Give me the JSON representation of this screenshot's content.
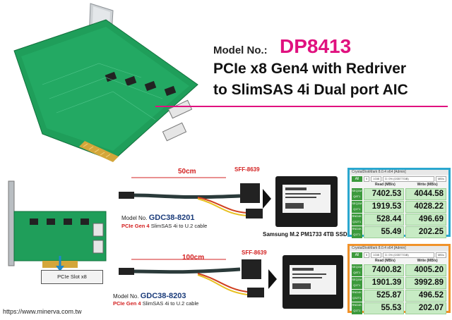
{
  "header": {
    "model_label": "Model No.:",
    "model_no": "DP8413",
    "line1": "PCIe x8 Gen4 with Redriver",
    "line2": "to SlimSAS 4i Dual port AIC"
  },
  "colors": {
    "accent": "#e0117f",
    "board": "#1f9e5a",
    "cyan_panel": "#2aa7cf",
    "orange_panel": "#f0922a",
    "cable_red": "#d32020"
  },
  "slot_label": "PCIe Slot x8",
  "cables": [
    {
      "length": "50cm",
      "connector": "SFF-8639",
      "model_prefix": "Model No.",
      "model": "GDC38-8201",
      "gen": "PCIe Gen 4",
      "desc": " SlimSAS 4i to U.2 cable"
    },
    {
      "length": "100cm",
      "connector": "SFF-8639",
      "model_prefix": "Model No.",
      "model": "GDC38-8203",
      "gen": "PCIe Gen 4",
      "desc": " SlimSAS 4i to U.2 cable"
    }
  ],
  "ssd_label": "Samsung M.2 PM1733 4TB SSD",
  "benchmarks": [
    {
      "title": "CrystalDiskMark 8.0.4 x64 [Admin]",
      "all": "All",
      "count": "5",
      "size": "1GiB",
      "drive": "D: 0% (0/3577GiB)",
      "unit": "MB/s",
      "read_header": "Read (MB/s)",
      "write_header": "Write (MB/s)",
      "rows": [
        {
          "label": "SEQ1M Q8T1",
          "read": "7402.53",
          "write": "4044.58"
        },
        {
          "label": "SEQ1M Q1T1",
          "read": "1919.53",
          "write": "4028.22"
        },
        {
          "label": "RND4K Q32T1",
          "read": "528.44",
          "write": "496.69"
        },
        {
          "label": "RND4K Q1T1",
          "read": "55.49",
          "write": "202.25"
        }
      ]
    },
    {
      "title": "CrystalDiskMark 8.0.4 x64 [Admin]",
      "all": "All",
      "count": "5",
      "size": "1GiB",
      "drive": "D: 0% (0/3577GiB)",
      "unit": "MB/s",
      "read_header": "Read (MB/s)",
      "write_header": "Write (MB/s)",
      "rows": [
        {
          "label": "SEQ1M Q8T1",
          "read": "7400.82",
          "write": "4005.20"
        },
        {
          "label": "SEQ1M Q1T1",
          "read": "1901.39",
          "write": "3992.89"
        },
        {
          "label": "RND4K Q32T1",
          "read": "525.87",
          "write": "496.52"
        },
        {
          "label": "RND4K Q1T1",
          "read": "55.53",
          "write": "202.07"
        }
      ]
    }
  ],
  "website": "https://www.minerva.com.tw"
}
